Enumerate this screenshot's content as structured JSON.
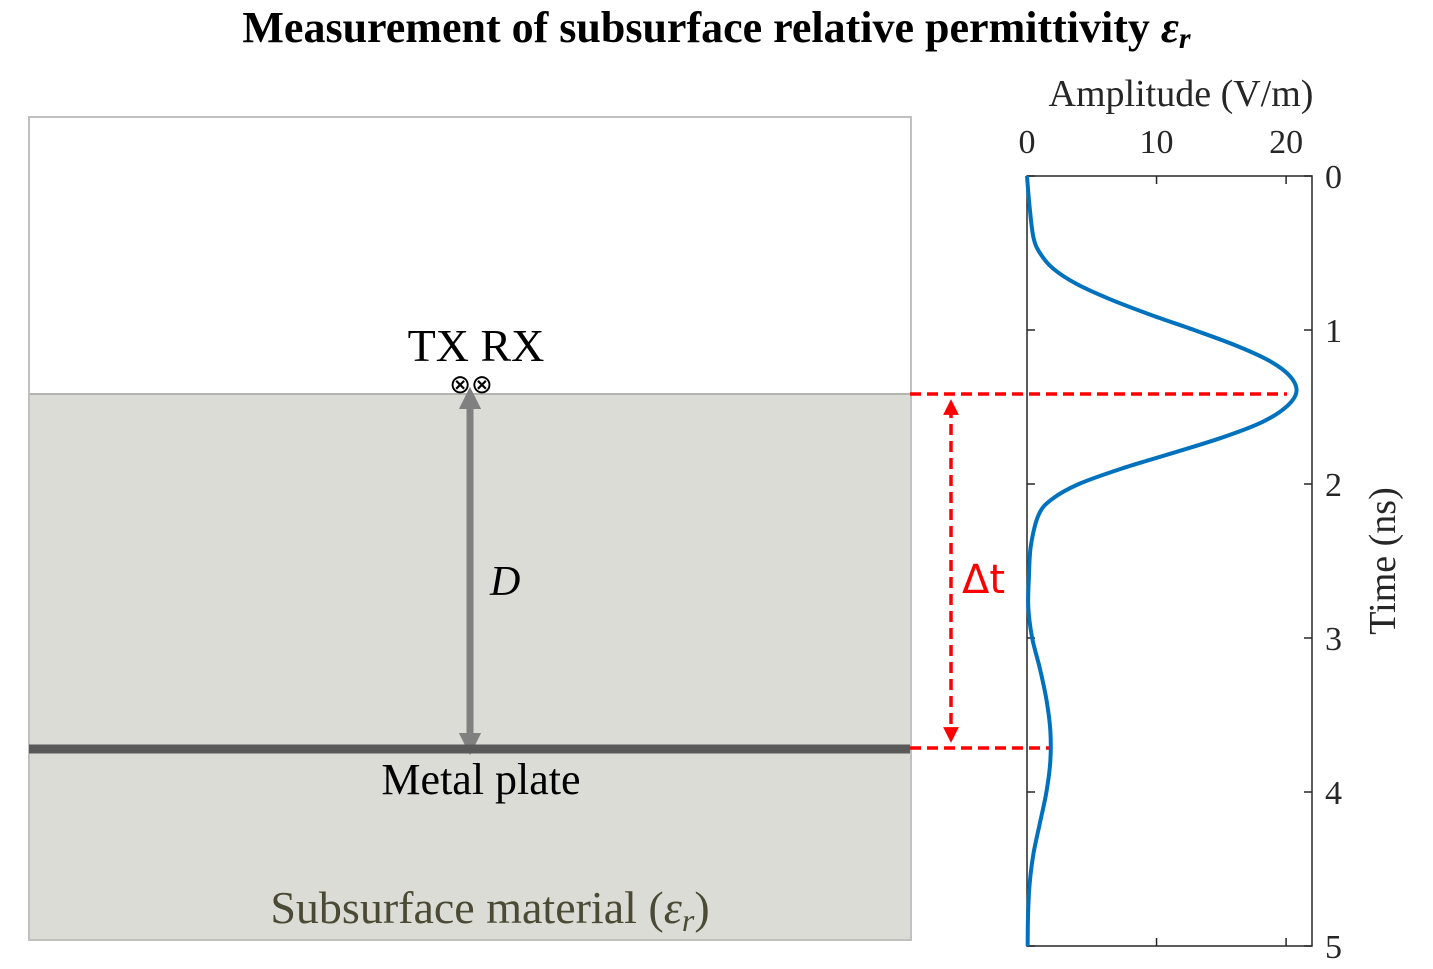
{
  "title": {
    "text": "Measurement of subsurface relative permittivity",
    "symbol": "ε",
    "subscript": "r"
  },
  "diagram": {
    "antenna_label": "TX RX",
    "antenna_symbols": "⊗⊗",
    "depth_label": "D",
    "plate_label": "Metal plate",
    "material_label_text": "Subsurface material (",
    "material_symbol": "ε",
    "material_subscript": "r",
    "material_label_close": ")",
    "delta_t_label": "Δt",
    "colors": {
      "subsurface_fill": "#dcdcd7",
      "box_border": "#c0c0c0",
      "metal_plate": "#595959",
      "depth_arrow": "#808080",
      "material_text": "#4a4a35",
      "delta_marker": "#ff0000"
    }
  },
  "chart_data": {
    "type": "line",
    "orientation": "time-vertical",
    "xlabel": "Amplitude (V/m)",
    "ylabel": "Time (ns)",
    "xlim": [
      0,
      22
    ],
    "ylim": [
      0,
      5
    ],
    "x_ticks": [
      0,
      10,
      20
    ],
    "y_ticks": [
      0,
      1,
      2,
      3,
      4,
      5
    ],
    "series": [
      {
        "color": "#0072bd",
        "points": [
          {
            "t": 0.0,
            "a": 0.0
          },
          {
            "t": 0.2,
            "a": 0.2
          },
          {
            "t": 0.4,
            "a": 0.5
          },
          {
            "t": 0.5,
            "a": 1.0
          },
          {
            "t": 0.6,
            "a": 2.0
          },
          {
            "t": 0.7,
            "a": 3.8
          },
          {
            "t": 0.8,
            "a": 6.4
          },
          {
            "t": 0.9,
            "a": 9.5
          },
          {
            "t": 1.0,
            "a": 12.9
          },
          {
            "t": 1.1,
            "a": 16.1
          },
          {
            "t": 1.2,
            "a": 18.7
          },
          {
            "t": 1.3,
            "a": 20.3
          },
          {
            "t": 1.4,
            "a": 20.8
          },
          {
            "t": 1.5,
            "a": 20.0
          },
          {
            "t": 1.6,
            "a": 18.1
          },
          {
            "t": 1.7,
            "a": 15.0
          },
          {
            "t": 1.8,
            "a": 11.2
          },
          {
            "t": 1.9,
            "a": 7.3
          },
          {
            "t": 2.0,
            "a": 4.0
          },
          {
            "t": 2.1,
            "a": 1.9
          },
          {
            "t": 2.2,
            "a": 0.9
          },
          {
            "t": 2.4,
            "a": 0.3
          },
          {
            "t": 2.6,
            "a": 0.15
          },
          {
            "t": 2.8,
            "a": 0.1
          },
          {
            "t": 3.0,
            "a": 0.4
          },
          {
            "t": 3.2,
            "a": 1.0
          },
          {
            "t": 3.4,
            "a": 1.5
          },
          {
            "t": 3.6,
            "a": 1.8
          },
          {
            "t": 3.8,
            "a": 1.8
          },
          {
            "t": 4.0,
            "a": 1.5
          },
          {
            "t": 4.2,
            "a": 1.0
          },
          {
            "t": 4.4,
            "a": 0.5
          },
          {
            "t": 4.6,
            "a": 0.2
          },
          {
            "t": 4.8,
            "a": 0.08
          },
          {
            "t": 5.0,
            "a": 0.05
          }
        ]
      }
    ]
  }
}
